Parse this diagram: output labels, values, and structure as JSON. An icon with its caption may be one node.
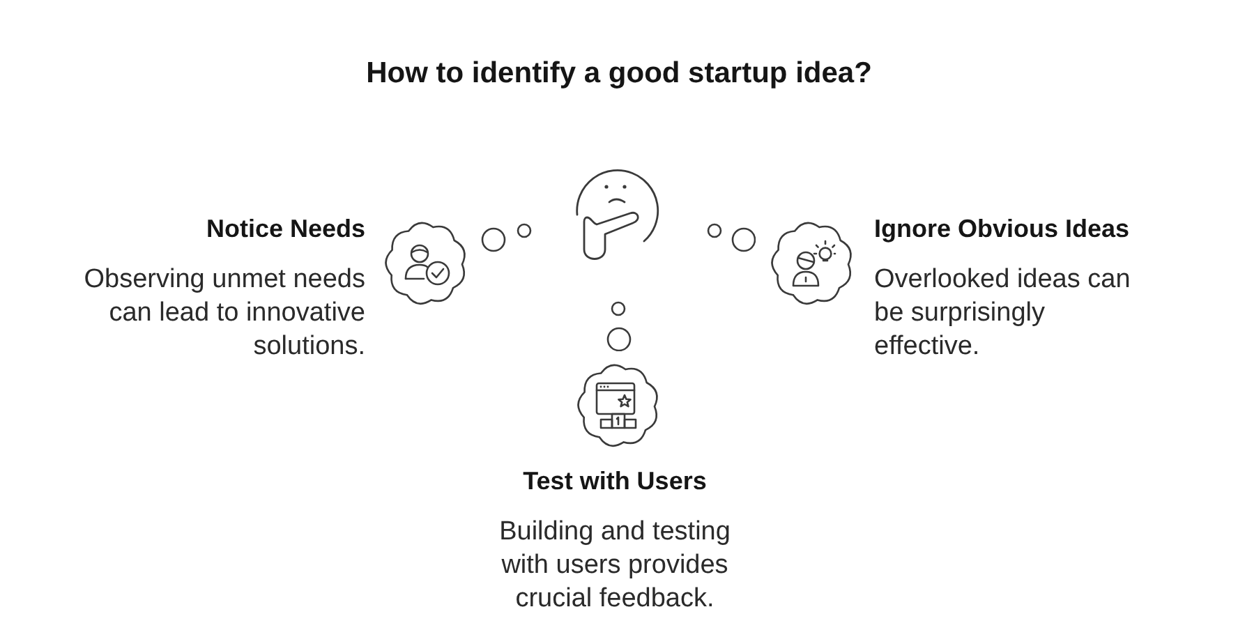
{
  "diagram": {
    "title": "How to identify a good startup idea?",
    "nodes": [
      {
        "text": [],
        "shape": "picture"
      },
      {
        "text": [],
        "shape": "cloud",
        "beside": [
          "Notice Needs",
          "Observing unmet needs can lead to innovative solutions."
        ]
      },
      {
        "text": [],
        "shape": "cloud",
        "beside": [
          "Ignore Obvious Ideas",
          "Overlooked ideas can be surprisingly effective."
        ]
      },
      {
        "text": [],
        "shape": "cloud",
        "beside": [
          "Test with Users",
          "Building and testing with users provides crucial feedback."
        ]
      }
    ]
  }
}
